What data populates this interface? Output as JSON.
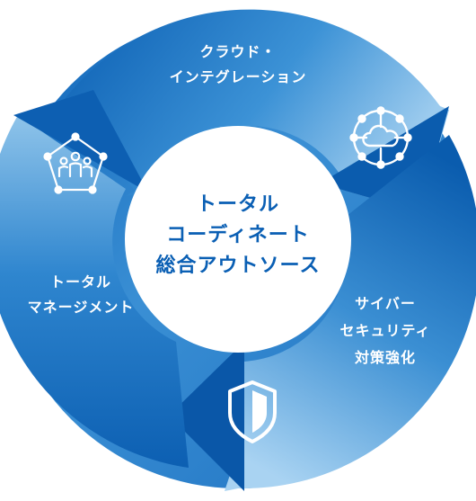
{
  "center": {
    "line1": "トータル",
    "line2": "コーディネート",
    "line3": "総合アウトソース"
  },
  "segments": {
    "cloud": {
      "line1": "クラウド・",
      "line2": "インテグレーション",
      "icon": "cloud-network-icon"
    },
    "security": {
      "line1": "サイバー",
      "line2": "セキュリティ",
      "line3": "対策強化",
      "icon": "shield-icon"
    },
    "management": {
      "line1": "トータル",
      "line2": "マネージメント",
      "icon": "team-network-icon"
    }
  },
  "colors": {
    "dark_blue": "#0a5fb4",
    "mid_blue": "#2f86cf",
    "light_blue": "#8ec3e8",
    "center_text": "#0a5fb4",
    "label_text": "#ffffff"
  }
}
